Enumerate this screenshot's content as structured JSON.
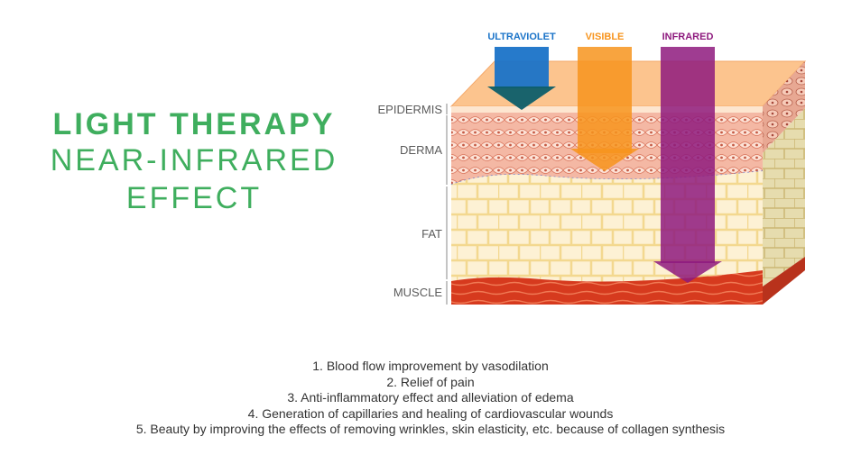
{
  "title": {
    "line1": "LIGHT THERAPY",
    "line2": "NEAR-INFRARED",
    "line3": "EFFECT"
  },
  "colors": {
    "title_green": "#3fae5e",
    "ultraviolet": "#1a73c8",
    "visible": "#f7941d",
    "infrared": "#8e1a7e"
  },
  "beams": {
    "ultraviolet": "ULTRAVIOLET",
    "visible": "VISIBLE",
    "infrared": "INFRARED"
  },
  "layers": {
    "epidermis": "EPIDERMIS",
    "derma": "DERMA",
    "fat": "FAT",
    "muscle": "MUSCLE"
  },
  "benefits": [
    "1. Blood flow improvement by vasodilation",
    "2. Relief of pain",
    "3. Anti-inflammatory effect and alleviation of edema",
    "4. Generation of capillaries and healing of cardiovascular wounds",
    "5. Beauty by improving the effects of removing wrinkles, skin elasticity, etc. because of collagen synthesis"
  ]
}
